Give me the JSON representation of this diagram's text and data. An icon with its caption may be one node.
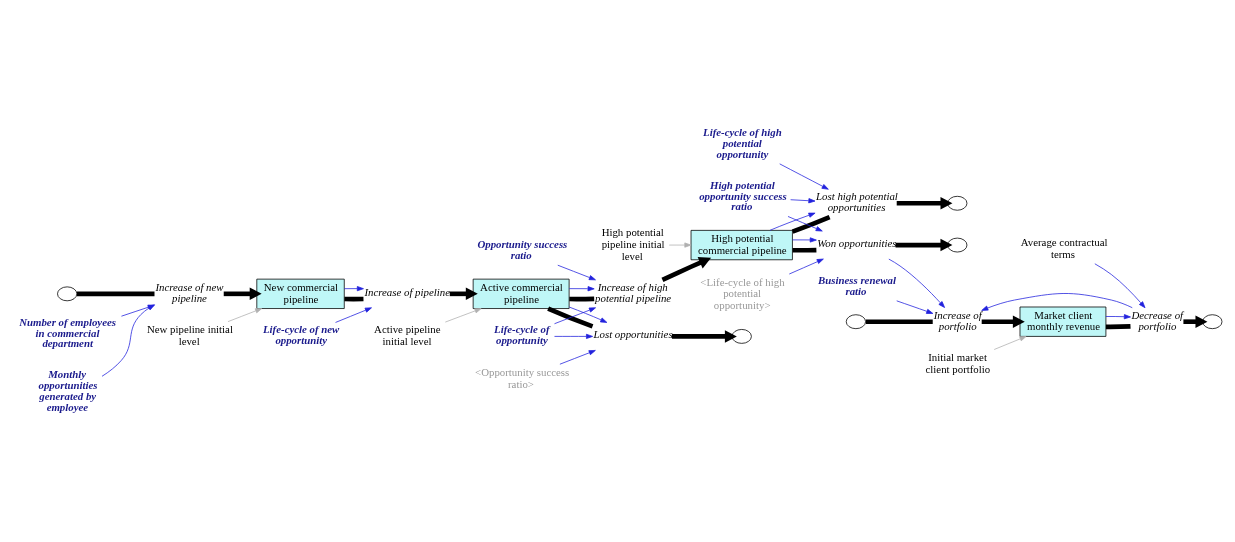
{
  "diagram": {
    "nodes": [
      {
        "text": [],
        "shape": "cloud"
      },
      {
        "text": [
          "Increase of new pipeline"
        ]
      },
      {
        "text": [
          "New commercial pipeline"
        ]
      },
      {
        "text": [
          "Increase of pipeline"
        ]
      },
      {
        "text": [
          "Active commercial pipeline"
        ]
      },
      {
        "text": [
          "Increase of high potential pipeline"
        ]
      },
      {
        "text": [
          "High potential commercial pipeline"
        ]
      },
      {
        "text": [
          "Lost opportunities"
        ]
      },
      {
        "text": [],
        "shape": "cloud"
      },
      {
        "text": [
          "Lost high potential opportunities"
        ]
      },
      {
        "text": [],
        "shape": "cloud"
      },
      {
        "text": [
          "Won opportunities"
        ]
      },
      {
        "text": [],
        "shape": "cloud"
      },
      {
        "text": [
          "Number of employees in commercial department"
        ]
      },
      {
        "text": [
          "Monthly opportunities generated by employee"
        ]
      },
      {
        "text": [
          "Life-cycle of new opportunity"
        ]
      },
      {
        "text": [
          "<Opportunity success ratio>"
        ]
      },
      {
        "text": [
          "Life-cycle of opportunity"
        ]
      },
      {
        "text": [
          "Life-cycle of high potential opportunity"
        ]
      },
      {
        "text": [
          "High potential opportunity success ratio"
        ]
      },
      {
        "text": [
          "Opportunity success ratio"
        ]
      },
      {
        "text": [
          "New pipeline initial level"
        ]
      },
      {
        "text": [
          "Active pipeline initial level"
        ]
      },
      {
        "text": [
          "High potential pipeline initial level"
        ]
      },
      {
        "text": [
          "<Life-cycle of high potential opportunity>"
        ]
      },
      {
        "text": [
          "Business renewal ratio"
        ]
      },
      {
        "text": [
          "Average contractual terms"
        ]
      },
      {
        "text": [],
        "shape": "cloud"
      },
      {
        "text": [
          "Decrease of portfolio"
        ]
      },
      {
        "text": [
          "Market client monthly revenue"
        ]
      },
      {
        "text": [
          "Increase of portfolio"
        ]
      },
      {
        "text": [],
        "shape": "cloud"
      },
      {
        "text": [
          "Initial market client portfolio"
        ]
      }
    ],
    "edges": [
      {
        "from": 0,
        "to": 1,
        "arrow": "none",
        "style": "thick",
        "color": "#000000"
      },
      {
        "from": 1,
        "to": 2,
        "arrow": "to",
        "style": "thick",
        "color": "#000000"
      },
      {
        "from": 2,
        "to": 3,
        "arrow": "none",
        "style": "thick",
        "color": "#000000"
      },
      {
        "from": 3,
        "to": 4,
        "arrow": "to",
        "style": "thick",
        "color": "#000000"
      },
      {
        "from": 4,
        "to": 5,
        "arrow": "none",
        "style": "thick",
        "color": "#000000"
      },
      {
        "from": 5,
        "to": 6,
        "arrow": "to",
        "style": "thick",
        "color": "#000000"
      },
      {
        "from": 4,
        "to": 7,
        "arrow": "none",
        "style": "thick",
        "color": "#000000"
      },
      {
        "from": 7,
        "to": 8,
        "arrow": "to",
        "style": "thick",
        "color": "#000000"
      },
      {
        "from": 6,
        "to": 9,
        "arrow": "none",
        "style": "thick",
        "color": "#000000"
      },
      {
        "from": 9,
        "to": 10,
        "arrow": "to",
        "style": "thick",
        "color": "#000000"
      },
      {
        "from": 6,
        "to": 11,
        "arrow": "none",
        "style": "thick",
        "color": "#000000"
      },
      {
        "from": 11,
        "to": 12,
        "arrow": "to",
        "style": "thick",
        "color": "#000000"
      },
      {
        "from": 31,
        "to": 30,
        "arrow": "none",
        "style": "thick",
        "color": "#000000"
      },
      {
        "from": 30,
        "to": 29,
        "arrow": "to",
        "style": "thick",
        "color": "#000000"
      },
      {
        "from": 29,
        "to": 28,
        "arrow": "none",
        "style": "thick",
        "color": "#000000"
      },
      {
        "from": 28,
        "to": 27,
        "arrow": "to",
        "style": "thick",
        "color": "#000000"
      },
      {
        "from": 13,
        "to": 1,
        "arrow": "to"
      },
      {
        "from": 14,
        "to": 1,
        "arrow": "to"
      },
      {
        "from": 15,
        "to": 3,
        "arrow": "to"
      },
      {
        "from": 2,
        "to": 3,
        "arrow": "to"
      },
      {
        "from": 16,
        "to": 7,
        "arrow": "to"
      },
      {
        "from": 4,
        "to": 7,
        "arrow": "to"
      },
      {
        "from": 17,
        "to": 7,
        "arrow": "to"
      },
      {
        "from": 17,
        "to": 5,
        "arrow": "to"
      },
      {
        "from": 4,
        "to": 5,
        "arrow": "to"
      },
      {
        "from": 20,
        "to": 5,
        "arrow": "to"
      },
      {
        "from": 18,
        "to": 9,
        "arrow": "to"
      },
      {
        "from": 6,
        "to": 9,
        "arrow": "to"
      },
      {
        "from": 19,
        "to": 9,
        "arrow": "to"
      },
      {
        "from": 19,
        "to": 11,
        "arrow": "to"
      },
      {
        "from": 6,
        "to": 11,
        "arrow": "to"
      },
      {
        "from": 24,
        "to": 11,
        "arrow": "to"
      },
      {
        "from": 11,
        "to": 30,
        "arrow": "to"
      },
      {
        "from": 25,
        "to": 30,
        "arrow": "to"
      },
      {
        "from": 28,
        "to": 30,
        "arrow": "to"
      },
      {
        "from": 26,
        "to": 28,
        "arrow": "to"
      },
      {
        "from": 29,
        "to": 28,
        "arrow": "to"
      },
      {
        "from": 21,
        "to": 2,
        "arrow": "to",
        "color": "#b0b0b0"
      },
      {
        "from": 22,
        "to": 4,
        "arrow": "to",
        "color": "#b0b0b0"
      },
      {
        "from": 23,
        "to": 6,
        "arrow": "to",
        "color": "#b0b0b0"
      },
      {
        "from": 32,
        "to": 29,
        "arrow": "to",
        "color": "#b0b0b0"
      }
    ]
  }
}
